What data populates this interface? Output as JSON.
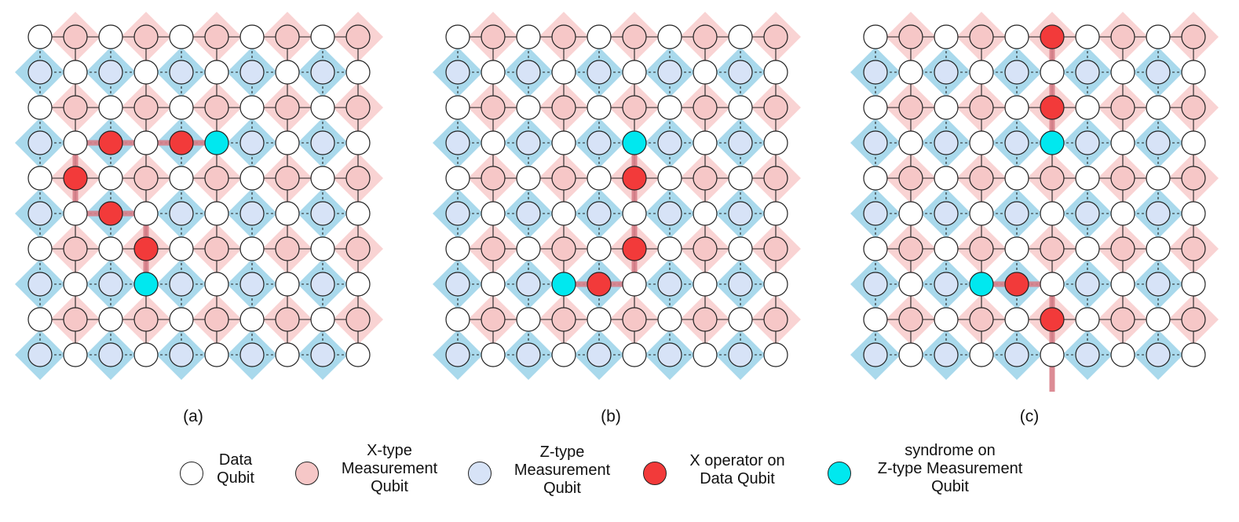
{
  "panels": [
    {
      "label": "(a)",
      "x_ops": [
        [
          3,
          2
        ],
        [
          3,
          4
        ],
        [
          4,
          1
        ],
        [
          5,
          2
        ],
        [
          6,
          3
        ]
      ],
      "syndromes": [
        [
          3,
          5
        ],
        [
          7,
          3
        ]
      ],
      "chain": [
        [
          [
            3,
            1
          ],
          [
            3,
            2
          ]
        ],
        [
          [
            3,
            2
          ],
          [
            3,
            3
          ]
        ],
        [
          [
            3,
            3
          ],
          [
            3,
            4
          ]
        ],
        [
          [
            3,
            4
          ],
          [
            3,
            5
          ]
        ],
        [
          [
            3,
            1
          ],
          [
            4,
            1
          ]
        ],
        [
          [
            4,
            1
          ],
          [
            5,
            1
          ]
        ],
        [
          [
            5,
            1
          ],
          [
            5,
            2
          ]
        ],
        [
          [
            5,
            2
          ],
          [
            5,
            3
          ]
        ],
        [
          [
            5,
            3
          ],
          [
            6,
            3
          ]
        ],
        [
          [
            6,
            3
          ],
          [
            7,
            3
          ]
        ]
      ],
      "tail": false
    },
    {
      "label": "(b)",
      "x_ops": [
        [
          4,
          5
        ],
        [
          6,
          5
        ],
        [
          7,
          4
        ]
      ],
      "syndromes": [
        [
          3,
          5
        ],
        [
          7,
          3
        ]
      ],
      "chain": [
        [
          [
            3,
            5
          ],
          [
            4,
            5
          ]
        ],
        [
          [
            4,
            5
          ],
          [
            5,
            5
          ]
        ],
        [
          [
            5,
            5
          ],
          [
            6,
            5
          ]
        ],
        [
          [
            6,
            5
          ],
          [
            7,
            5
          ]
        ],
        [
          [
            7,
            5
          ],
          [
            7,
            4
          ]
        ],
        [
          [
            7,
            4
          ],
          [
            7,
            3
          ]
        ]
      ],
      "tail": false
    },
    {
      "label": "(c)",
      "x_ops": [
        [
          0,
          5
        ],
        [
          2,
          5
        ],
        [
          7,
          4
        ],
        [
          8,
          5
        ]
      ],
      "syndromes": [
        [
          3,
          5
        ],
        [
          7,
          3
        ]
      ],
      "chain": [
        [
          [
            0,
            5
          ],
          [
            1,
            5
          ]
        ],
        [
          [
            1,
            5
          ],
          [
            2,
            5
          ]
        ],
        [
          [
            2,
            5
          ],
          [
            3,
            5
          ]
        ],
        [
          [
            7,
            3
          ],
          [
            7,
            4
          ]
        ],
        [
          [
            7,
            4
          ],
          [
            7,
            5
          ]
        ],
        [
          [
            7,
            5
          ],
          [
            8,
            5
          ]
        ],
        [
          [
            8,
            5
          ],
          [
            9,
            5
          ]
        ]
      ],
      "tail": true
    }
  ],
  "legend": [
    {
      "kind": "data",
      "text": "Data\nQubit"
    },
    {
      "kind": "xmeas",
      "text": "X-type\nMeasurement\nQubit"
    },
    {
      "kind": "zmeas",
      "text": "Z-type\nMeasurement\nQubit"
    },
    {
      "kind": "xop",
      "text": "X operator on\nData Qubit"
    },
    {
      "kind": "syndrome",
      "text": "syndrome on\nZ-type Measurement\nQubit"
    }
  ],
  "colors": {
    "data": "#ffffff",
    "xmeas": "#f6c7c7",
    "zmeas": "#d7e3f7",
    "xop": "#f23a3a",
    "syndrome": "#00e8ef",
    "x_plaquette": "#f9d3d3",
    "z_plaquette": "#a9d9ec",
    "chain": "#d9808a"
  }
}
